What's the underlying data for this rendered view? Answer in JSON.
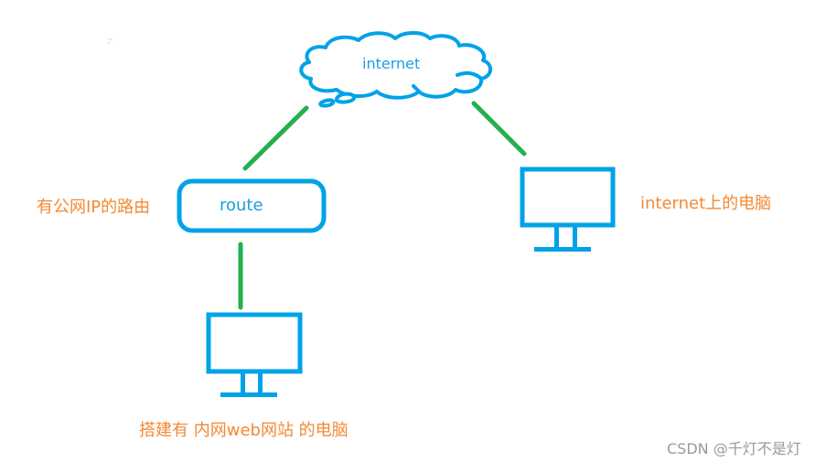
{
  "colors": {
    "node_stroke": "#00a2e8",
    "link_stroke": "#22b14c",
    "annotation_text": "#f28a34",
    "node_text": "#1a9fe0",
    "watermark_text": "#9a9a9a"
  },
  "nodes": {
    "cloud": {
      "label": "internet",
      "icon": "cloud-icon"
    },
    "router": {
      "label": "route",
      "annotation": "有公网IP的路由"
    },
    "internet_pc": {
      "icon": "monitor-icon",
      "annotation": "internet上的电脑"
    },
    "lan_pc": {
      "icon": "monitor-icon",
      "annotation": "搭建有 内网web网站 的电脑"
    }
  },
  "links": [
    {
      "from": "router",
      "to": "cloud"
    },
    {
      "from": "cloud",
      "to": "internet_pc"
    },
    {
      "from": "router",
      "to": "lan_pc"
    }
  ],
  "watermark": "CSDN @千灯不是灯"
}
